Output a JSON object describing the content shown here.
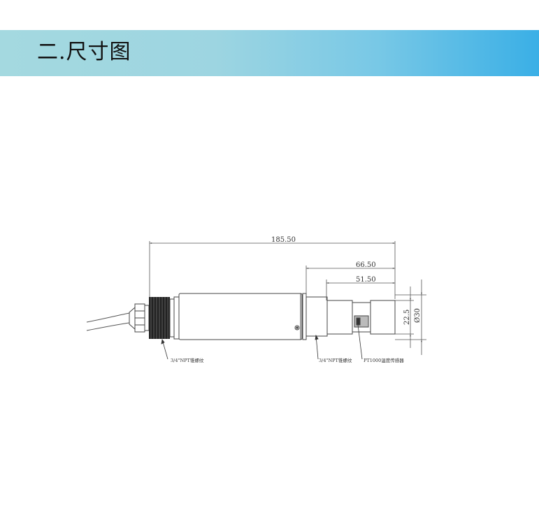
{
  "section": {
    "title": "二.尺寸图",
    "banner_colors": [
      "#a4d9e0",
      "#3aafe6"
    ]
  },
  "drawing": {
    "dimensions": {
      "overall_length": "185.50",
      "tip_length": "66.50",
      "sensor_length": "51.50",
      "inner_diameter": "22.5",
      "outer_diameter": "Ø30"
    },
    "labels": {
      "thread_left": "3/4\"NPT锥螺纹",
      "thread_right": "3/4\"NPT锥螺纹",
      "temp_sensor": "PT1000温度传感器"
    }
  }
}
